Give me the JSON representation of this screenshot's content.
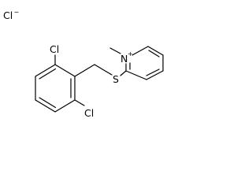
{
  "labels": {
    "counter_ion": "Cl",
    "counter_ion_charge": "−",
    "chlorine_top": "Cl",
    "chlorine_bottom": "Cl",
    "sulfur": "S",
    "nitrogen": "N",
    "nitrogen_charge": "+"
  },
  "colors": {
    "bond": "#000000",
    "background": "#ffffff"
  }
}
